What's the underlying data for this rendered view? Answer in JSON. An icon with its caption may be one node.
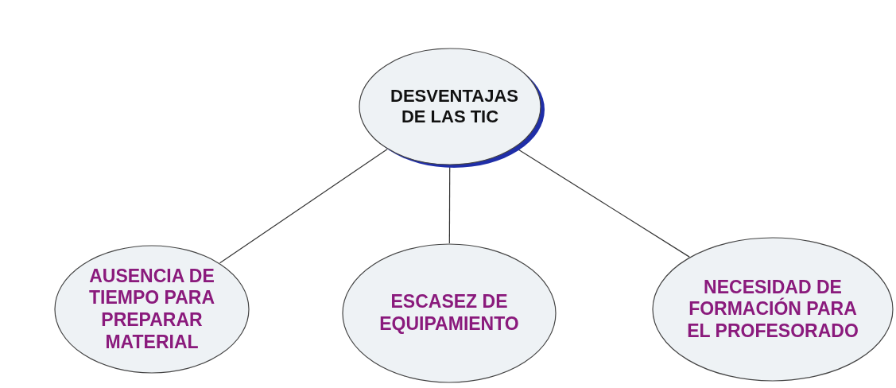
{
  "diagram": {
    "nodes": [
      {
        "text": [
          "DESVENTAJAS DE LAS TIC"
        ]
      },
      {
        "text": [
          "AUSENCIA DE TIEMPO PARA PREPARAR MATERIAL"
        ]
      },
      {
        "text": [
          "ESCASEZ DE EQUIPAMIENTO"
        ]
      },
      {
        "text": [
          "NECESIDAD DE FORMACIÓN PARA EL PROFESORADO"
        ]
      }
    ],
    "edges": [
      {
        "from": 0,
        "to": 1,
        "arrow": "none"
      },
      {
        "from": 0,
        "to": 2,
        "arrow": "none"
      },
      {
        "from": 0,
        "to": 3,
        "arrow": "none"
      }
    ]
  }
}
